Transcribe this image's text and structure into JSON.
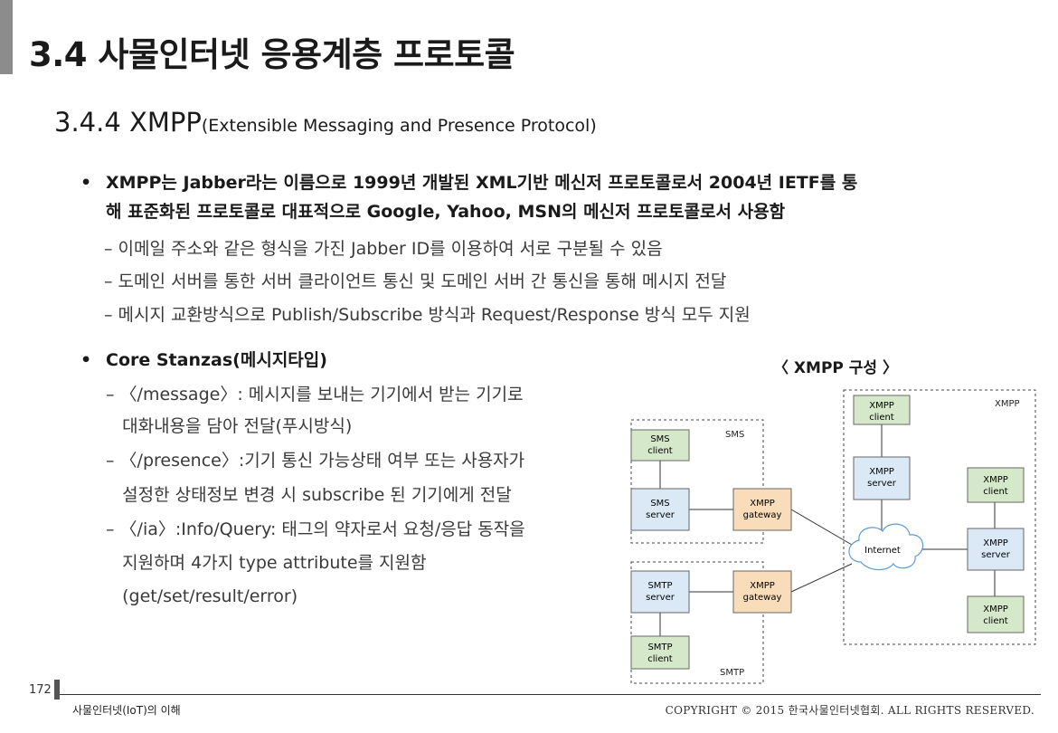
{
  "title": "3.4 사물인터넷 응용계층 프로토콜",
  "subtitle": {
    "number_name": "3.4.4 XMPP",
    "expansion": "(Extensible Messaging and Presence Protocol)"
  },
  "bullet1": {
    "line1": "XMPP는 Jabber라는 이름으로 1999년 개발된 XML기반 메신저 프로토콜로서 2004년 IETF를 통",
    "line2": "해 표준화된 프로토콜로 대표적으로 Google, Yahoo, MSN의 메신저 프로토콜로서 사용함"
  },
  "dashes": [
    "– 이메일 주소와 같은 형식을 가진 Jabber ID를 이용하여 서로 구분될 수 있음",
    "– 도메인 서버를 통한 서버 클라이언트 통신 및 도메인 서버 간 통신을 통해 메시지 전달",
    "– 메시지 교환방식으로 Publish/Subscribe 방식과 Request/Response 방식 모두 지원"
  ],
  "bullet2": "Core Stanzas(메시지타입)",
  "stanzas": [
    "– 〈/message〉: 메시지를 보내는 기기에서 받는 기기로",
    "   대화내용을 담아 전달(푸시방식)",
    "– 〈/presence〉:기기 통신 가능상태 여부 또는 사용자가",
    "   설정한 상태정보 변경 시 subscribe 된 기기에게 전달",
    "– 〈/ia〉:Info/Query: 태그의 약자로서 요청/응답 동작을",
    "   지원하며 4가지 type attribute를 지원함",
    "   (get/set/result/error)"
  ],
  "diagram": {
    "caption": "〈 XMPP 구성 〉",
    "groups": {
      "sms": "SMS",
      "smtp": "SMTP",
      "xmpp": "XMPP"
    },
    "nodes": {
      "sms_client": [
        "SMS",
        "client"
      ],
      "sms_server": [
        "SMS",
        "server"
      ],
      "xmpp_gateway_1": [
        "XMPP",
        "gateway"
      ],
      "smtp_server": [
        "SMTP",
        "server"
      ],
      "xmpp_gateway_2": [
        "XMPP",
        "gateway"
      ],
      "smtp_client": [
        "SMTP",
        "client"
      ],
      "internet": "Internet",
      "xmpp_client_top": [
        "XMPP",
        "client"
      ],
      "xmpp_server_left": [
        "XMPP",
        "server"
      ],
      "xmpp_client_right": [
        "XMPP",
        "client"
      ],
      "xmpp_server_right": [
        "XMPP",
        "server"
      ],
      "xmpp_client_bottom": [
        "XMPP",
        "client"
      ]
    },
    "colors": {
      "green": "#d5e8c9",
      "blue": "#dbe8f6",
      "orange": "#f9dcb9"
    }
  },
  "footer": {
    "page": "172",
    "book": "사물인터넷(IoT)의 이해",
    "copyright": "COPYRIGHT © 2015 한국사물인터넷협회. ALL RIGHTS RESERVED."
  }
}
